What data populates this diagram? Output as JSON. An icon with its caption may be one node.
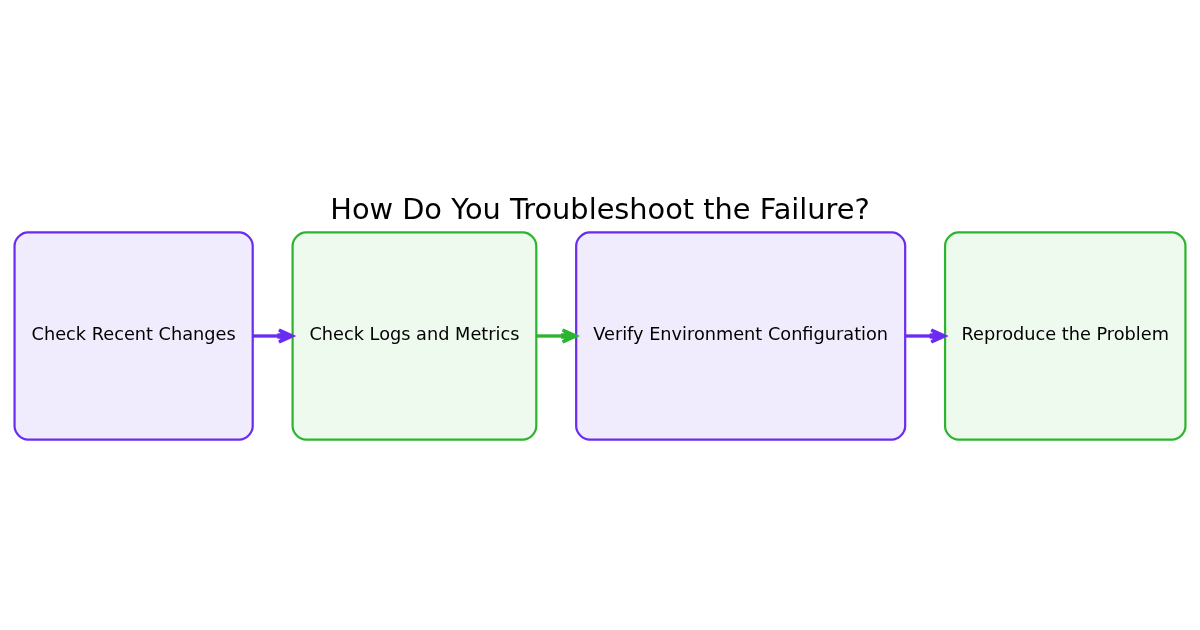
{
  "diagram": {
    "title": "How Do You Troubleshoot the Failure?",
    "nodes": [
      {
        "text": [
          "Check Recent Changes"
        ]
      },
      {
        "text": [
          "Check Logs and Metrics"
        ]
      },
      {
        "text": [
          "Verify Environment Configuration"
        ]
      },
      {
        "text": [
          "Reproduce the Problem"
        ]
      }
    ],
    "edges": [
      {
        "from": 0,
        "to": 1,
        "arrow": "to"
      },
      {
        "from": 1,
        "to": 2,
        "arrow": "to",
        "color": "#2bb52f"
      },
      {
        "from": 2,
        "to": 3,
        "arrow": "to"
      }
    ]
  }
}
